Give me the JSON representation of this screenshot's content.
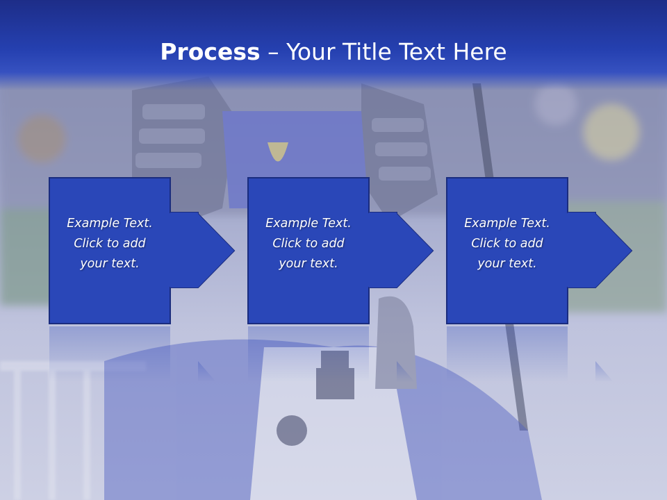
{
  "slide": {
    "title_bold": "Process",
    "title_rest": " – Your Title Text Here"
  },
  "colors": {
    "header": "#2540b0",
    "box_fill": "#2a47b8",
    "box_border": "#1a2c7e",
    "text": "#ffffff"
  },
  "steps": [
    {
      "line1": "Example Text.",
      "line2": "Click  to add",
      "line3": "your text."
    },
    {
      "line1": "Example Text.",
      "line2": "Click  to add",
      "line3": "your text."
    },
    {
      "line1": "Example Text.",
      "line2": "Click  to add",
      "line3": "your text."
    }
  ]
}
